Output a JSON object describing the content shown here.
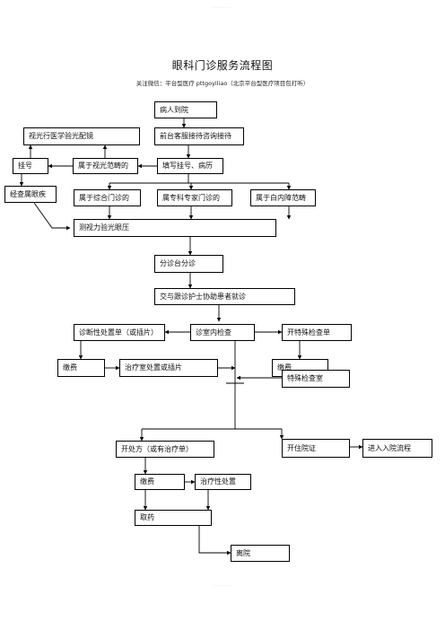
{
  "header": {
    "text": "· · · · · ·"
  },
  "title": "眼科门诊服务流程图",
  "subtitle": "关注微信：平台型医疗 pttgoyiliao（北京平台型医疗项目包打听）",
  "footer": {
    "text": "· · · · · ·"
  },
  "nodes": {
    "arrive": "病人到院",
    "vision_exam": "视光行医学验光配镜",
    "front_desk": "前台客服接待咨询接待",
    "register": "挂号",
    "vision_scope": "属于视光范畴的",
    "fill_record": "填写挂号、病历",
    "outpatient": "经查属眼疾",
    "general": "属于综合门诊的",
    "specialist": "属专科专家门诊的",
    "cataract": "属于白内障范畴",
    "test_eye": "测视力验光眼压",
    "triage": "分诊台分诊",
    "nurse": "交与跟诊护士协助患者就诊",
    "diagnosis_slip": "诊断性处置单（或插片）",
    "room_exam": "诊室内检查",
    "special_exam": "开特殊检查单",
    "pay1": "缴费",
    "treatment_room": "治疗室处置或插片",
    "pay2": "缴费",
    "special_room": "特殊检查室",
    "prescribe": "开处方（或有治疗单）",
    "admission": "开住院证",
    "admit_flow": "进入入院流程",
    "pay3": "缴费",
    "therapy": "治疗性处置",
    "medicine": "取药",
    "leave": "离院"
  }
}
